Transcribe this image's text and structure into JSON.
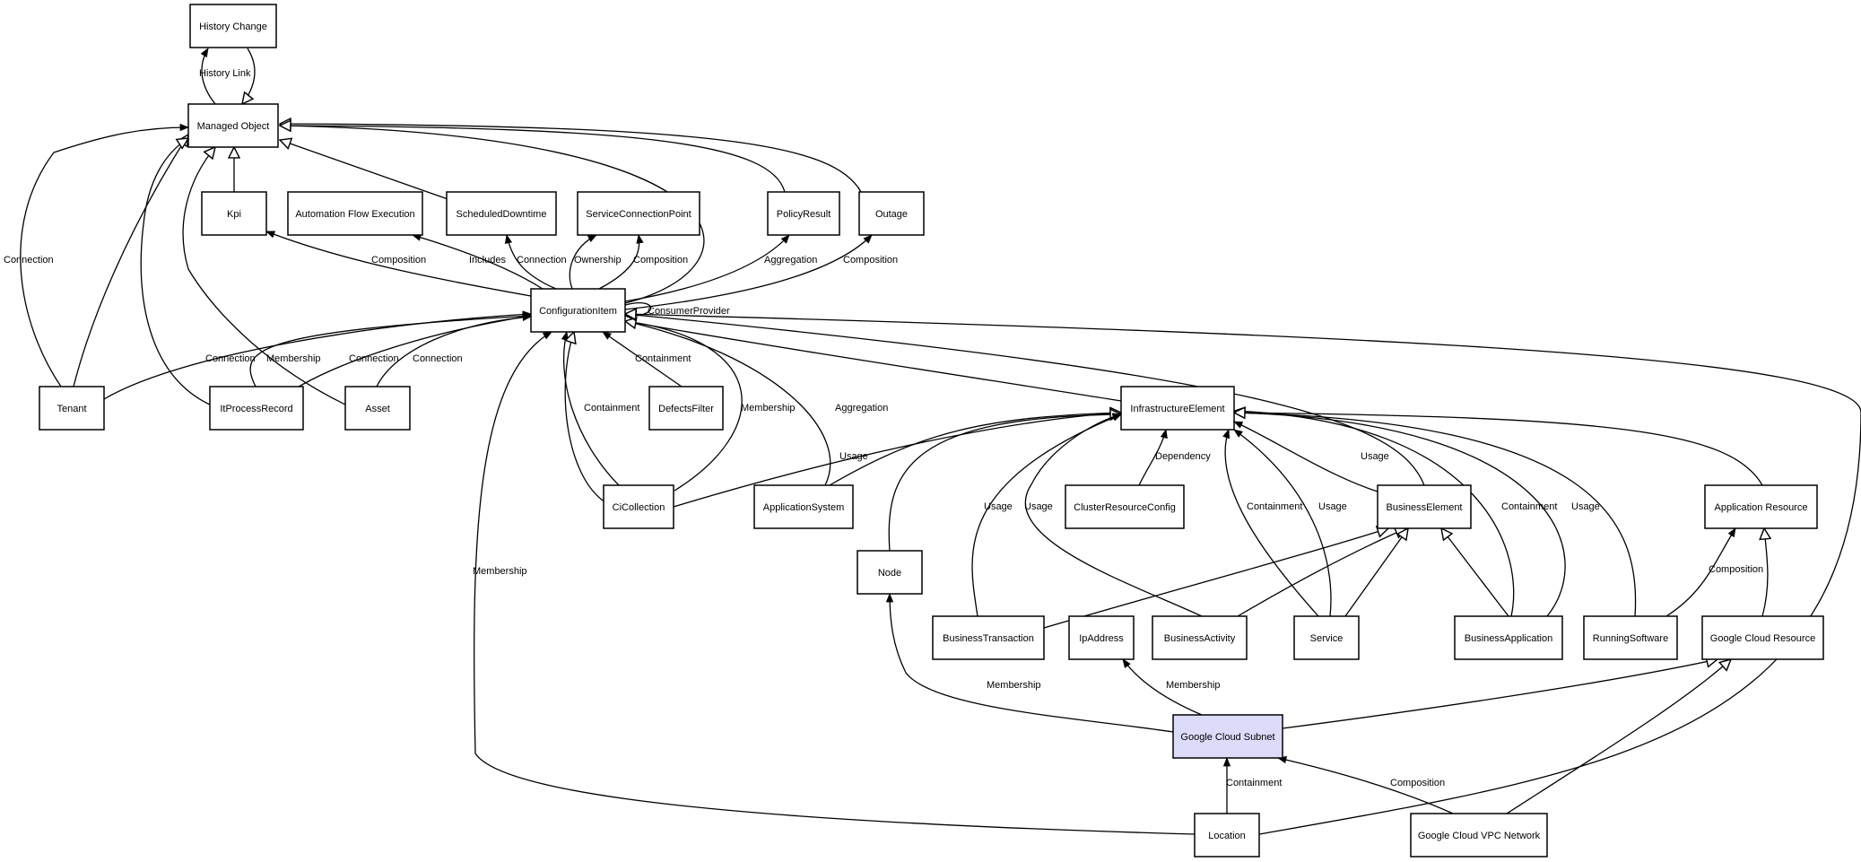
{
  "diagram": {
    "focus_node": "Google Cloud Subnet",
    "nodes": [
      {
        "id": "history_change",
        "label": "History Change"
      },
      {
        "id": "managed_object",
        "label": "Managed Object"
      },
      {
        "id": "kpi",
        "label": "Kpi"
      },
      {
        "id": "automation_flow_execution",
        "label": "Automation Flow Execution"
      },
      {
        "id": "scheduled_downtime",
        "label": "ScheduledDowntime"
      },
      {
        "id": "service_connection_point",
        "label": "ServiceConnectionPoint"
      },
      {
        "id": "policy_result",
        "label": "PolicyResult"
      },
      {
        "id": "outage",
        "label": "Outage"
      },
      {
        "id": "configuration_item",
        "label": "ConfigurationItem"
      },
      {
        "id": "tenant",
        "label": "Tenant"
      },
      {
        "id": "it_process_record",
        "label": "ItProcessRecord"
      },
      {
        "id": "asset",
        "label": "Asset"
      },
      {
        "id": "defects_filter",
        "label": "DefectsFilter"
      },
      {
        "id": "infrastructure_element",
        "label": "InfrastructureElement"
      },
      {
        "id": "ci_collection",
        "label": "CiCollection"
      },
      {
        "id": "application_system",
        "label": "ApplicationSystem"
      },
      {
        "id": "cluster_resource_config",
        "label": "ClusterResourceConfig"
      },
      {
        "id": "business_element",
        "label": "BusinessElement"
      },
      {
        "id": "application_resource",
        "label": "Application Resource"
      },
      {
        "id": "node",
        "label": "Node"
      },
      {
        "id": "business_transaction",
        "label": "BusinessTransaction"
      },
      {
        "id": "ip_address",
        "label": "IpAddress"
      },
      {
        "id": "business_activity",
        "label": "BusinessActivity"
      },
      {
        "id": "service",
        "label": "Service"
      },
      {
        "id": "business_application",
        "label": "BusinessApplication"
      },
      {
        "id": "running_software",
        "label": "RunningSoftware"
      },
      {
        "id": "google_cloud_resource",
        "label": "Google Cloud Resource"
      },
      {
        "id": "google_cloud_subnet",
        "label": "Google Cloud Subnet"
      },
      {
        "id": "location",
        "label": "Location"
      },
      {
        "id": "google_cloud_vpc_network",
        "label": "Google Cloud VPC Network"
      }
    ],
    "edges": [
      {
        "id": "e_history_link",
        "from": "managed_object",
        "to": "history_change",
        "label": "History Link",
        "kind": "association"
      },
      {
        "id": "e_hc_inherit",
        "from": "history_change",
        "to": "managed_object",
        "label": "",
        "kind": "inheritance"
      },
      {
        "id": "e_kpi_inherit",
        "from": "kpi",
        "to": "managed_object",
        "label": "",
        "kind": "inheritance"
      },
      {
        "id": "e_sd_inherit",
        "from": "scheduled_downtime",
        "to": "managed_object",
        "label": "",
        "kind": "inheritance"
      },
      {
        "id": "e_pr_inherit",
        "from": "policy_result",
        "to": "managed_object",
        "label": "",
        "kind": "inheritance"
      },
      {
        "id": "e_outage_inherit",
        "from": "outage",
        "to": "managed_object",
        "label": "",
        "kind": "inheritance"
      },
      {
        "id": "e_ci_inherit",
        "from": "configuration_item",
        "to": "managed_object",
        "label": "",
        "kind": "inheritance"
      },
      {
        "id": "e_tenant_mo",
        "from": "tenant",
        "to": "managed_object",
        "label": "Connection",
        "kind": "association"
      },
      {
        "id": "e_tenant_inherit",
        "from": "tenant",
        "to": "managed_object",
        "label": "",
        "kind": "inheritance"
      },
      {
        "id": "e_ipr_inherit",
        "from": "it_process_record",
        "to": "managed_object",
        "label": "",
        "kind": "inheritance"
      },
      {
        "id": "e_asset_inherit",
        "from": "asset",
        "to": "managed_object",
        "label": "",
        "kind": "inheritance"
      },
      {
        "id": "e_ci_kpi",
        "from": "configuration_item",
        "to": "kpi",
        "label": "Composition",
        "kind": "association"
      },
      {
        "id": "e_ci_afe",
        "from": "configuration_item",
        "to": "automation_flow_execution",
        "label": "Includes",
        "kind": "association"
      },
      {
        "id": "e_ci_sd",
        "from": "configuration_item",
        "to": "scheduled_downtime",
        "label": "Connection",
        "kind": "association"
      },
      {
        "id": "e_ci_scp_own",
        "from": "configuration_item",
        "to": "service_connection_point",
        "label": "Ownership",
        "kind": "association"
      },
      {
        "id": "e_ci_scp_comp",
        "from": "configuration_item",
        "to": "service_connection_point",
        "label": "Composition",
        "kind": "association"
      },
      {
        "id": "e_ci_pr",
        "from": "configuration_item",
        "to": "policy_result",
        "label": "Aggregation",
        "kind": "association"
      },
      {
        "id": "e_ci_outage",
        "from": "configuration_item",
        "to": "outage",
        "label": "Composition",
        "kind": "association"
      },
      {
        "id": "e_ci_self",
        "from": "configuration_item",
        "to": "configuration_item",
        "label": "ConsumerProvider",
        "kind": "association"
      },
      {
        "id": "e_tenant_ci",
        "from": "tenant",
        "to": "configuration_item",
        "label": "Connection",
        "kind": "association"
      },
      {
        "id": "e_ipr_ci",
        "from": "it_process_record",
        "to": "configuration_item",
        "label": "Membership",
        "kind": "association"
      },
      {
        "id": "e_ipr_ci2",
        "from": "it_process_record",
        "to": "configuration_item",
        "label": "Connection",
        "kind": "association"
      },
      {
        "id": "e_asset_ci",
        "from": "asset",
        "to": "configuration_item",
        "label": "Connection",
        "kind": "association"
      },
      {
        "id": "e_df_ci",
        "from": "defects_filter",
        "to": "configuration_item",
        "label": "Containment",
        "kind": "association"
      },
      {
        "id": "e_cic_ci_cont",
        "from": "ci_collection",
        "to": "configuration_item",
        "label": "Containment",
        "kind": "association"
      },
      {
        "id": "e_cic_ci_inherit",
        "from": "ci_collection",
        "to": "configuration_item",
        "label": "",
        "kind": "inheritance"
      },
      {
        "id": "e_cic_ci_mem",
        "from": "ci_collection",
        "to": "configuration_item",
        "label": "Membership",
        "kind": "association"
      },
      {
        "id": "e_as_ci",
        "from": "application_system",
        "to": "configuration_item",
        "label": "Aggregation",
        "kind": "association"
      },
      {
        "id": "e_ie_ci",
        "from": "infrastructure_element",
        "to": "configuration_item",
        "label": "",
        "kind": "inheritance"
      },
      {
        "id": "e_be_ci",
        "from": "business_element",
        "to": "configuration_item",
        "label": "",
        "kind": "inheritance"
      },
      {
        "id": "e_loc_ci_mem",
        "from": "location",
        "to": "configuration_item",
        "label": "Membership",
        "kind": "association"
      },
      {
        "id": "e_loc_ci_long",
        "from": "location",
        "to": "configuration_item",
        "label": "",
        "kind": "inheritance"
      },
      {
        "id": "e_cic_ie",
        "from": "ci_collection",
        "to": "infrastructure_element",
        "label": "Usage",
        "kind": "association"
      },
      {
        "id": "e_as_ie",
        "from": "application_system",
        "to": "infrastructure_element",
        "label": "",
        "kind": "inheritance"
      },
      {
        "id": "e_node_ie",
        "from": "node",
        "to": "infrastructure_element",
        "label": "",
        "kind": "inheritance"
      },
      {
        "id": "e_crc_ie",
        "from": "cluster_resource_config",
        "to": "infrastructure_element",
        "label": "Dependency",
        "kind": "association"
      },
      {
        "id": "e_bt_ie",
        "from": "business_transaction",
        "to": "infrastructure_element",
        "label": "Usage",
        "kind": "association"
      },
      {
        "id": "e_ba_ie",
        "from": "business_activity",
        "to": "infrastructure_element",
        "label": "Usage",
        "kind": "association"
      },
      {
        "id": "e_svc_ie_cont",
        "from": "service",
        "to": "infrastructure_element",
        "label": "Containment",
        "kind": "association"
      },
      {
        "id": "e_svc_ie_usage",
        "from": "service",
        "to": "infrastructure_element",
        "label": "Usage",
        "kind": "association"
      },
      {
        "id": "e_be_ie",
        "from": "business_element",
        "to": "infrastructure_element",
        "label": "Usage",
        "kind": "association"
      },
      {
        "id": "e_bapp_ie_cont",
        "from": "business_application",
        "to": "infrastructure_element",
        "label": "Containment",
        "kind": "association"
      },
      {
        "id": "e_bapp_ie_usage",
        "from": "business_application",
        "to": "infrastructure_element",
        "label": "Usage",
        "kind": "association"
      },
      {
        "id": "e_rs_ie",
        "from": "running_software",
        "to": "infrastructure_element",
        "label": "",
        "kind": "inheritance"
      },
      {
        "id": "e_ar_ie",
        "from": "application_resource",
        "to": "infrastructure_element",
        "label": "",
        "kind": "inheritance"
      },
      {
        "id": "e_bt_be",
        "from": "business_transaction",
        "to": "business_element",
        "label": "",
        "kind": "inheritance"
      },
      {
        "id": "e_ba_be",
        "from": "business_activity",
        "to": "business_element",
        "label": "",
        "kind": "inheritance"
      },
      {
        "id": "e_svc_be",
        "from": "service",
        "to": "business_element",
        "label": "",
        "kind": "inheritance"
      },
      {
        "id": "e_bapp_be",
        "from": "business_application",
        "to": "business_element",
        "label": "",
        "kind": "inheritance"
      },
      {
        "id": "e_rs_ar",
        "from": "running_software",
        "to": "application_resource",
        "label": "Composition",
        "kind": "association"
      },
      {
        "id": "e_gcr_ar",
        "from": "google_cloud_resource",
        "to": "application_resource",
        "label": "",
        "kind": "inheritance"
      },
      {
        "id": "e_gcs_node",
        "from": "google_cloud_subnet",
        "to": "node",
        "label": "Membership",
        "kind": "association"
      },
      {
        "id": "e_gcs_ip",
        "from": "google_cloud_subnet",
        "to": "ip_address",
        "label": "Membership",
        "kind": "association"
      },
      {
        "id": "e_gcs_gcr",
        "from": "google_cloud_subnet",
        "to": "google_cloud_resource",
        "label": "",
        "kind": "inheritance"
      },
      {
        "id": "e_vpc_gcr",
        "from": "google_cloud_vpc_network",
        "to": "google_cloud_resource",
        "label": "",
        "kind": "inheritance"
      },
      {
        "id": "e_loc_gcs",
        "from": "location",
        "to": "google_cloud_subnet",
        "label": "Containment",
        "kind": "association"
      },
      {
        "id": "e_vpc_gcs",
        "from": "google_cloud_vpc_network",
        "to": "google_cloud_subnet",
        "label": "Composition",
        "kind": "association"
      }
    ]
  }
}
